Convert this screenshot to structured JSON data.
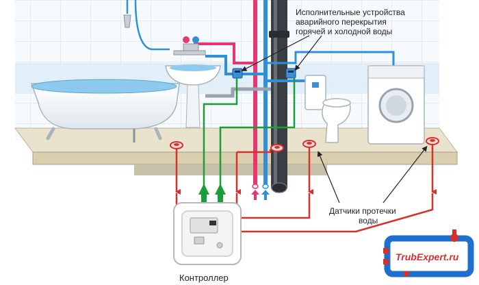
{
  "labels": {
    "shutoff_line1": "Исполнительные устройства",
    "shutoff_line2": "аварийного перекрытия",
    "shutoff_line3": "горячей и холодной воды",
    "sensors_line1": "Датчики протечки",
    "sensors_line2": "воды",
    "controller": "Контроллер"
  },
  "logo": {
    "text": "TrubExpert.ru"
  },
  "colors": {
    "hot_water": "#e8366f",
    "cold_water": "#2f8fd8",
    "sensor_wire": "#d8302a",
    "control_wire": "#1a9e3a",
    "drain_pipe": "#3a3d42",
    "floor": "#e4dcc4",
    "logo_blue": "#1f6fd0",
    "logo_red": "#d8302a"
  }
}
